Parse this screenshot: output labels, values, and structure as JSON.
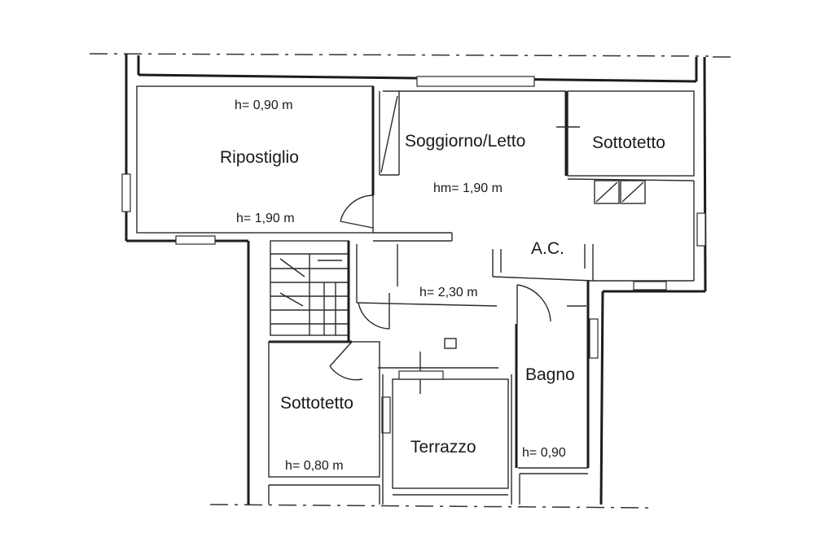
{
  "rooms": {
    "ripostiglio": {
      "name": "Ripostiglio",
      "h_top": "h= 0,90 m",
      "h_bottom": "h= 1,90 m"
    },
    "soggiorno": {
      "name": "Soggiorno/Letto",
      "h": "hm= 1,90 m"
    },
    "sottotetto_ne": {
      "name": "Sottotetto"
    },
    "ac": {
      "name": "A.C."
    },
    "disimpegno": {
      "h": "h= 2,30 m"
    },
    "bagno": {
      "name": "Bagno",
      "h": "h= 0,90"
    },
    "sottotetto_sw": {
      "name": "Sottotetto",
      "h": "h= 0,80 m"
    },
    "terrazzo": {
      "name": "Terrazzo"
    }
  },
  "colors": {
    "line": "#1c1c1c",
    "background": "#ffffff"
  }
}
